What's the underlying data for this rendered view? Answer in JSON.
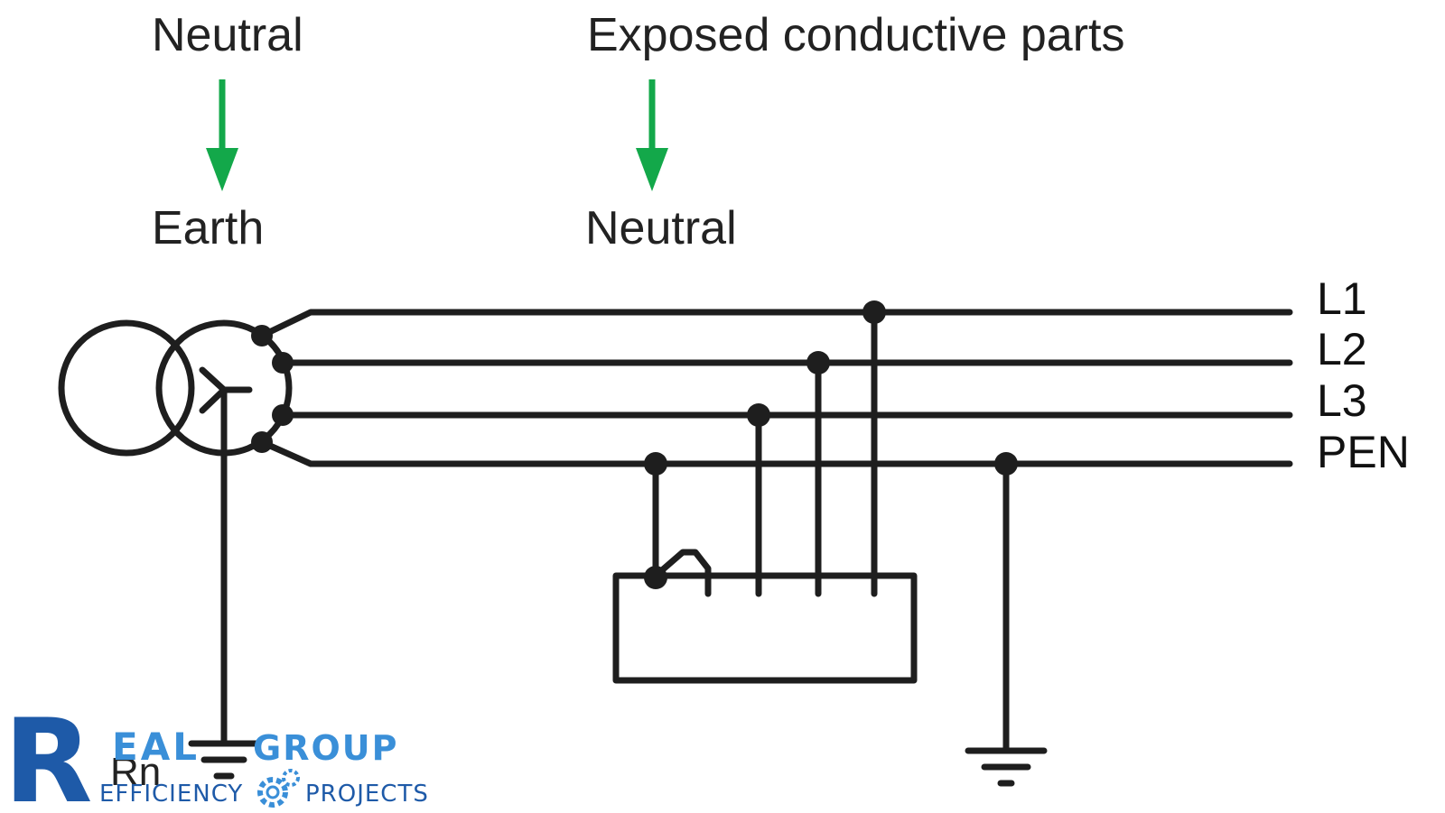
{
  "header": {
    "left_top": "Neutral",
    "left_bottom": "Earth",
    "right_top": "Exposed conductive parts",
    "right_bottom": "Neutral"
  },
  "lines": {
    "l1": "L1",
    "l2": "L2",
    "l3": "L3",
    "pen": "PEN"
  },
  "earth_label": "Rn",
  "logo": {
    "letter": "R",
    "word": "EAL",
    "group": "GROUP",
    "efficiency": "EFFICIENCY",
    "projects": "PROJECTS"
  },
  "colors": {
    "arrow": "#13a84a",
    "wire": "#1e1e1e",
    "logo_dark": "#1e5aa8",
    "logo_light": "#3a8fd8"
  }
}
